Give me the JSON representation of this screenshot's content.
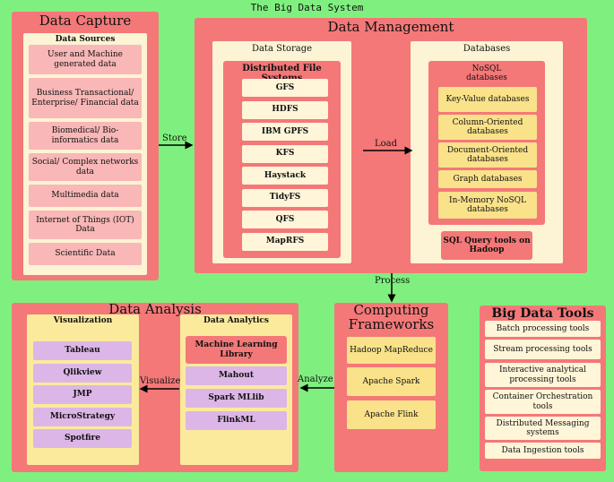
{
  "system_title": "The Big Data System",
  "data_capture": {
    "title": "Data Capture",
    "sources_title": "Data Sources",
    "sources": [
      "User and Machine generated data",
      "Business Transactional/ Enterprise/ Financial data",
      "Biomedical/ Bio-informatics data",
      "Social/ Complex networks data",
      "Multimedia data",
      "Internet of Things (IOT) Data",
      "Scientific Data"
    ]
  },
  "data_management": {
    "title": "Data Management",
    "storage_title": "Data Storage",
    "dfs_title": "Distributed File Systems",
    "dfs": [
      "GFS",
      "HDFS",
      "IBM GPFS",
      "KFS",
      "Haystack",
      "TidyFS",
      "QFS",
      "MapRFS"
    ],
    "databases_title": "Databases",
    "nosql_title": "NoSQL databases",
    "nosql": [
      "Key-Value databases",
      "Column-Oriented databases",
      "Document-Oriented databases",
      "Graph databases",
      "In-Memory NoSQL databases"
    ],
    "sql_tools": "SQL Query tools on Hadoop"
  },
  "arrows": {
    "store": "Store",
    "load": "Load",
    "process": "Process",
    "analyze": "Analyze",
    "visualize": "Visualize"
  },
  "computing": {
    "title": "Computing Frameworks",
    "items": [
      "Hadoop MapReduce",
      "Apache Spark",
      "Apache Flink"
    ]
  },
  "data_analysis": {
    "title": "Data Analysis",
    "visualization_title": "Visualization",
    "visualization": [
      "Tableau",
      "Qlikview",
      "JMP",
      "MicroStrategy",
      "Spotfire"
    ],
    "analytics_title": "Data Analytics",
    "analytics": [
      "Machine Learning Library",
      "Mahout",
      "Spark MLlib",
      "FlinkML"
    ]
  },
  "tools": {
    "title": "Big Data Tools",
    "items": [
      "Batch processing tools",
      "Stream processing tools",
      "Interactive analytical processing tools",
      "Container Orchestration tools",
      "Distributed Messaging systems",
      "Data Ingestion tools"
    ]
  }
}
